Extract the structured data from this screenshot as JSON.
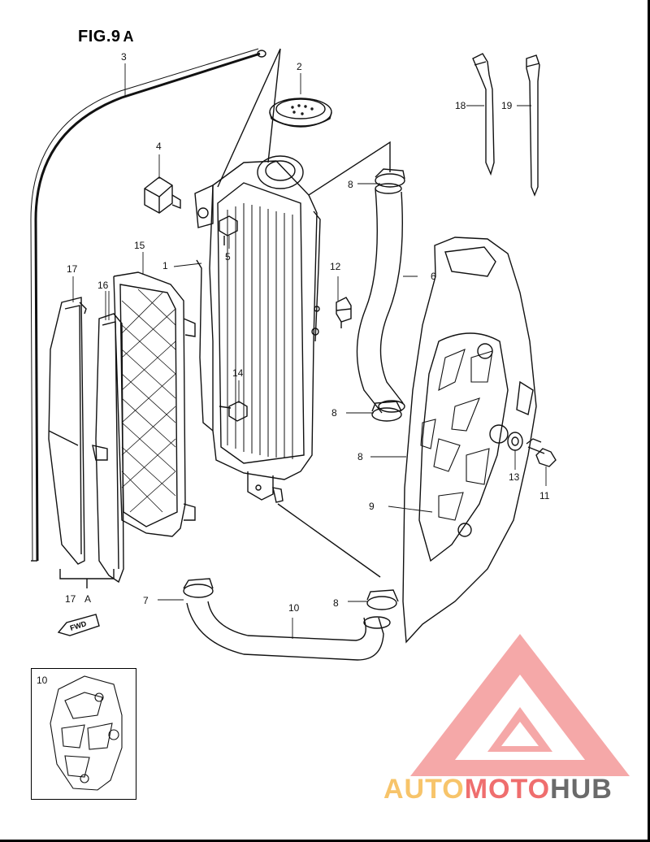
{
  "figure": {
    "title": "FIG.9",
    "suffix": "A"
  },
  "callouts": [
    "1",
    "2",
    "3",
    "4",
    "5",
    "6",
    "7",
    "8",
    "8",
    "8",
    "8",
    "9",
    "10",
    "11",
    "12",
    "13",
    "14",
    "15",
    "16",
    "17",
    "17",
    "A",
    "18",
    "19"
  ],
  "inset": {
    "label": "10"
  },
  "fwd_badge": "FWD",
  "watermark": {
    "part1": "AUTO",
    "part2": "MOTO",
    "part3": "HUB"
  },
  "colors": {
    "line": "#111111",
    "watermark_red": "#ef6e6e",
    "watermark_yellow": "#f7c46a",
    "watermark_gray": "#6a6a6a"
  }
}
